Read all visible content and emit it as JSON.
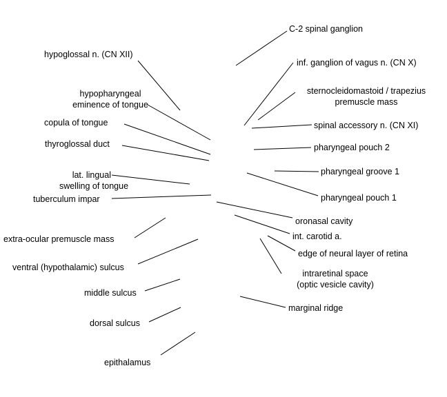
{
  "labels": {
    "c2_spinal_ganglion": "C-2 spinal ganglion",
    "hypoglossal_n": "hypoglossal n. (CN XII)",
    "inf_ganglion_vagus": "inf. ganglion of vagus n. (CN X)",
    "hypopharyngeal_eminence_1": "hypopharyngeal",
    "hypopharyngeal_eminence_2": "eminence of tongue",
    "sternocleidomastoid_1": "sternocleidomastoid / trapezius",
    "sternocleidomastoid_2": "premuscle mass",
    "copula_of_tongue": "copula of tongue",
    "spinal_accessory_n": "spinal accessory n. (CN XI)",
    "thyroglossal_duct": "thyroglossal duct",
    "pharyngeal_pouch_2": "pharyngeal pouch 2",
    "pharyngeal_groove_1": "pharyngeal groove 1",
    "lat_lingual_swelling_1": "lat. lingual",
    "lat_lingual_swelling_2": "swelling of tongue",
    "pharyngeal_pouch_1": "pharyngeal pouch 1",
    "tuberculum_impar": "tuberculum impar",
    "oronasal_cavity": "oronasal cavity",
    "int_carotid_a": "int. carotid a.",
    "extra_ocular_premuscle_mass": "extra-ocular premuscle mass",
    "edge_neural_layer_retina": "edge of neural layer of retina",
    "ventral_hypothalamic_sulcus": "ventral (hypothalamic) sulcus",
    "intraretinal_space_1": "intraretinal space",
    "intraretinal_space_2": "(optic vesicle cavity)",
    "middle_sulcus": "middle sulcus",
    "marginal_ridge": "marginal ridge",
    "dorsal_sulcus": "dorsal sulcus",
    "epithalamus": "epithalamus"
  }
}
